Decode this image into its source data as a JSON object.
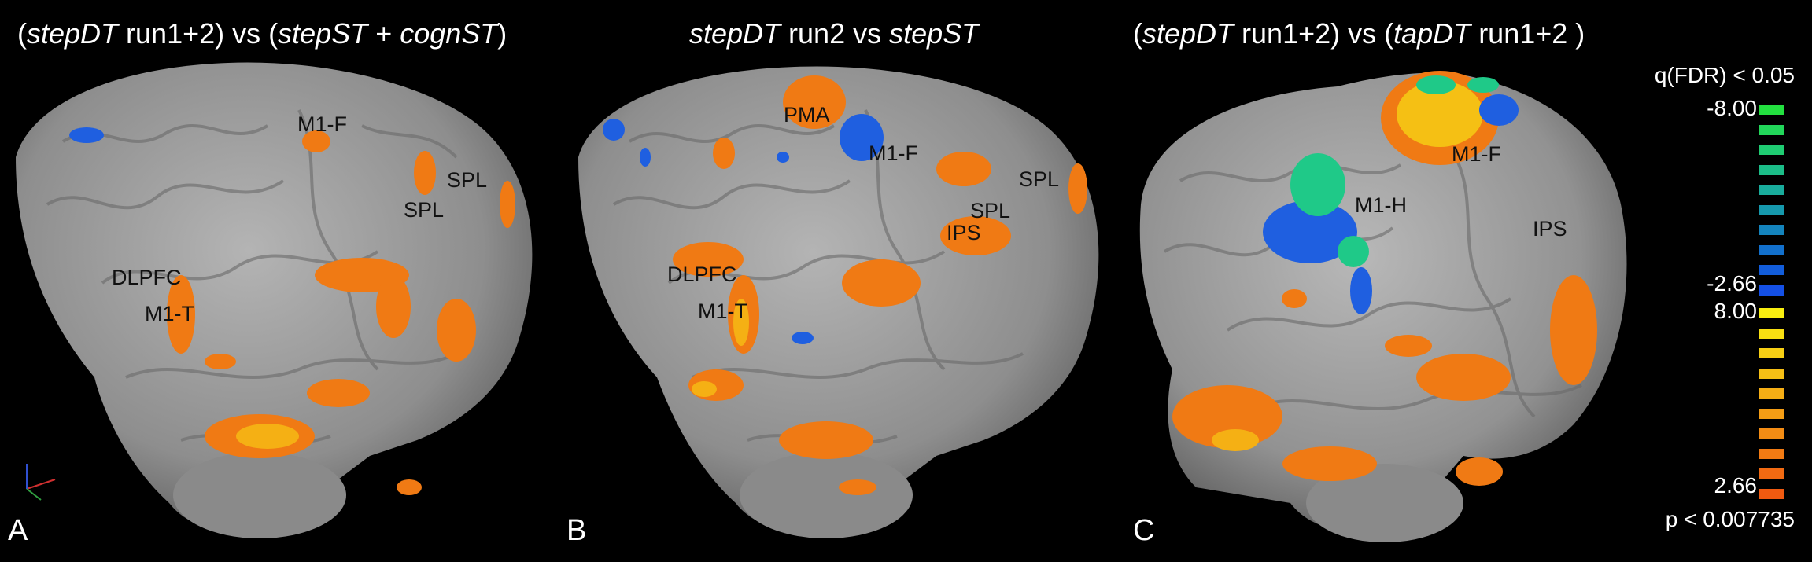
{
  "panels": [
    {
      "letter": "A",
      "title_parts": [
        {
          "t": "(",
          "i": false
        },
        {
          "t": "stepDT",
          "i": true
        },
        {
          "t": " run1+2) vs (",
          "i": false
        },
        {
          "t": "stepST",
          "i": true
        },
        {
          "t": " + ",
          "i": false
        },
        {
          "t": "cognST",
          "i": true
        },
        {
          "t": ")",
          "i": false
        }
      ],
      "labels": [
        "M1-F",
        "SPL",
        "SPL",
        "DLPFC",
        "M1-T"
      ]
    },
    {
      "letter": "B",
      "title_parts": [
        {
          "t": "stepDT",
          "i": true
        },
        {
          "t": " run2 vs ",
          "i": false
        },
        {
          "t": "stepST",
          "i": true
        }
      ],
      "labels": [
        "PMA",
        "M1-F",
        "SPL",
        "SPL",
        "IPS",
        "DLPFC",
        "M1-T"
      ]
    },
    {
      "letter": "C",
      "title_parts": [
        {
          "t": "(",
          "i": false
        },
        {
          "t": "stepDT",
          "i": true
        },
        {
          "t": " run1+2) vs (",
          "i": false
        },
        {
          "t": "tapDT",
          "i": true
        },
        {
          "t": " run1+2 )",
          "i": false
        }
      ],
      "labels": [
        "M1-F",
        "M1-H",
        "IPS"
      ]
    }
  ],
  "colorbar": {
    "header": "q(FDR) < 0.05",
    "neg_max": "-8.00",
    "neg_min": "-2.66",
    "pos_max": "8.00",
    "pos_min": "2.66",
    "footer": "p < 0.007735",
    "neg_colors": [
      "#23e040",
      "#22d65a",
      "#1fcc72",
      "#1cbd88",
      "#19ac9c",
      "#1699ad",
      "#1484bd",
      "#1270cc",
      "#125ddb",
      "#1450e6"
    ],
    "pos_colors": [
      "#f8ee10",
      "#f8df12",
      "#f7cf14",
      "#f6bf15",
      "#f5ae15",
      "#f49d15",
      "#f38c14",
      "#f27b13",
      "#f16a12",
      "#f05a10"
    ]
  },
  "colors": {
    "background": "#000000",
    "brain": "#9a9a9a",
    "activation_pos": "#f07a14",
    "activation_neg": "#1f5fe0"
  }
}
